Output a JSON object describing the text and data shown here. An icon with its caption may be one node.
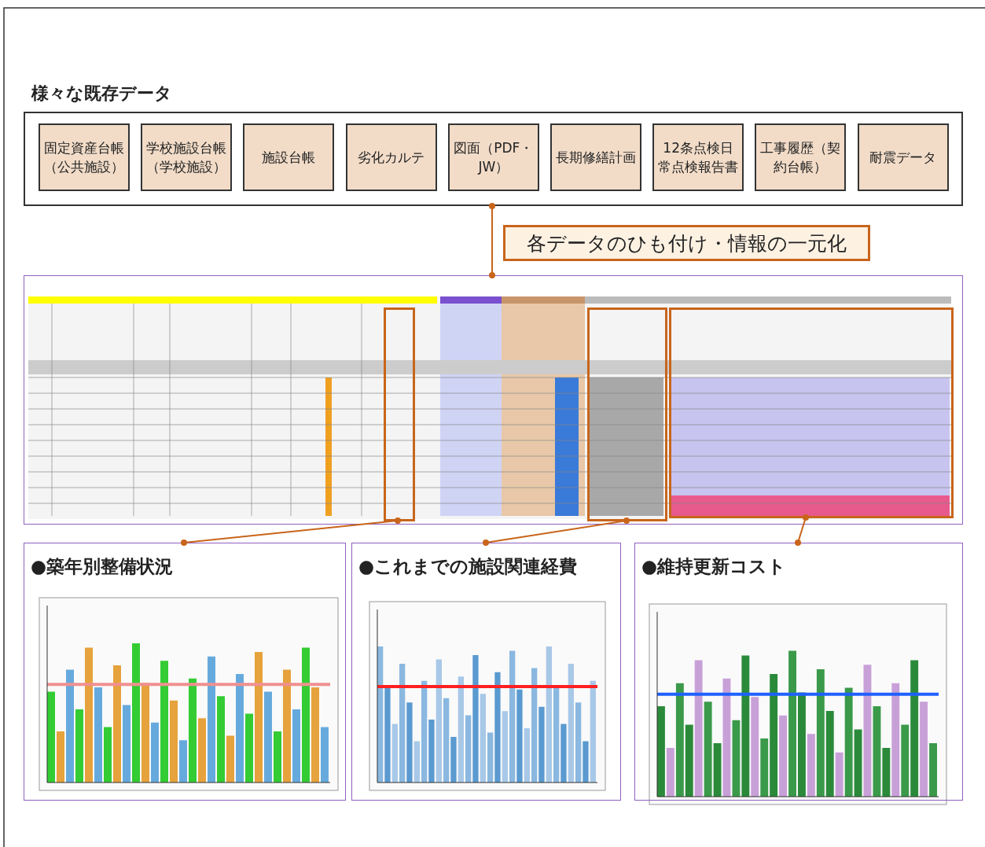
{
  "diagram": {
    "nodes": [
      {
        "text": [
          "様々な既存データ"
        ]
      },
      {
        "text": [
          "固定資産台帳（公共施設）"
        ],
        "in": 0
      },
      {
        "text": [
          "学校施設台帳（学校施設）"
        ],
        "in": 0
      },
      {
        "text": [
          "施設台帳"
        ],
        "in": 0
      },
      {
        "text": [
          "劣化カルテ"
        ],
        "in": 0
      },
      {
        "text": [
          "図面（PDF・JW）"
        ],
        "in": 0
      },
      {
        "text": [
          "長期修繕計画"
        ],
        "in": 0
      },
      {
        "text": [
          "12条点検日常点検報告書"
        ],
        "in": 0
      },
      {
        "text": [
          "工事履歴（契約台帳）"
        ],
        "in": 0
      },
      {
        "text": [
          "耐震データ"
        ],
        "in": 0
      },
      {
        "text": [
          "各データのひも付け・情報の一元化"
        ]
      },
      {
        "text": [],
        "shape": "picture"
      },
      {
        "text": [],
        "shape": "box",
        "in": 11
      },
      {
        "text": [],
        "shape": "box",
        "in": 11
      },
      {
        "text": [],
        "shape": "box",
        "in": 11
      },
      {
        "text": [
          "●築年別整備状況"
        ]
      },
      {
        "text": [
          "●これまでの施設関連経費"
        ]
      },
      {
        "text": [
          "●維持更新コスト"
        ]
      }
    ],
    "edges": [
      {
        "from": 0,
        "to": 11,
        "arrow": "other"
      },
      {
        "from": 12,
        "to": 15,
        "arrow": "other"
      },
      {
        "from": 13,
        "to": 16,
        "arrow": "other"
      },
      {
        "from": 14,
        "to": 17,
        "arrow": "other"
      }
    ]
  }
}
